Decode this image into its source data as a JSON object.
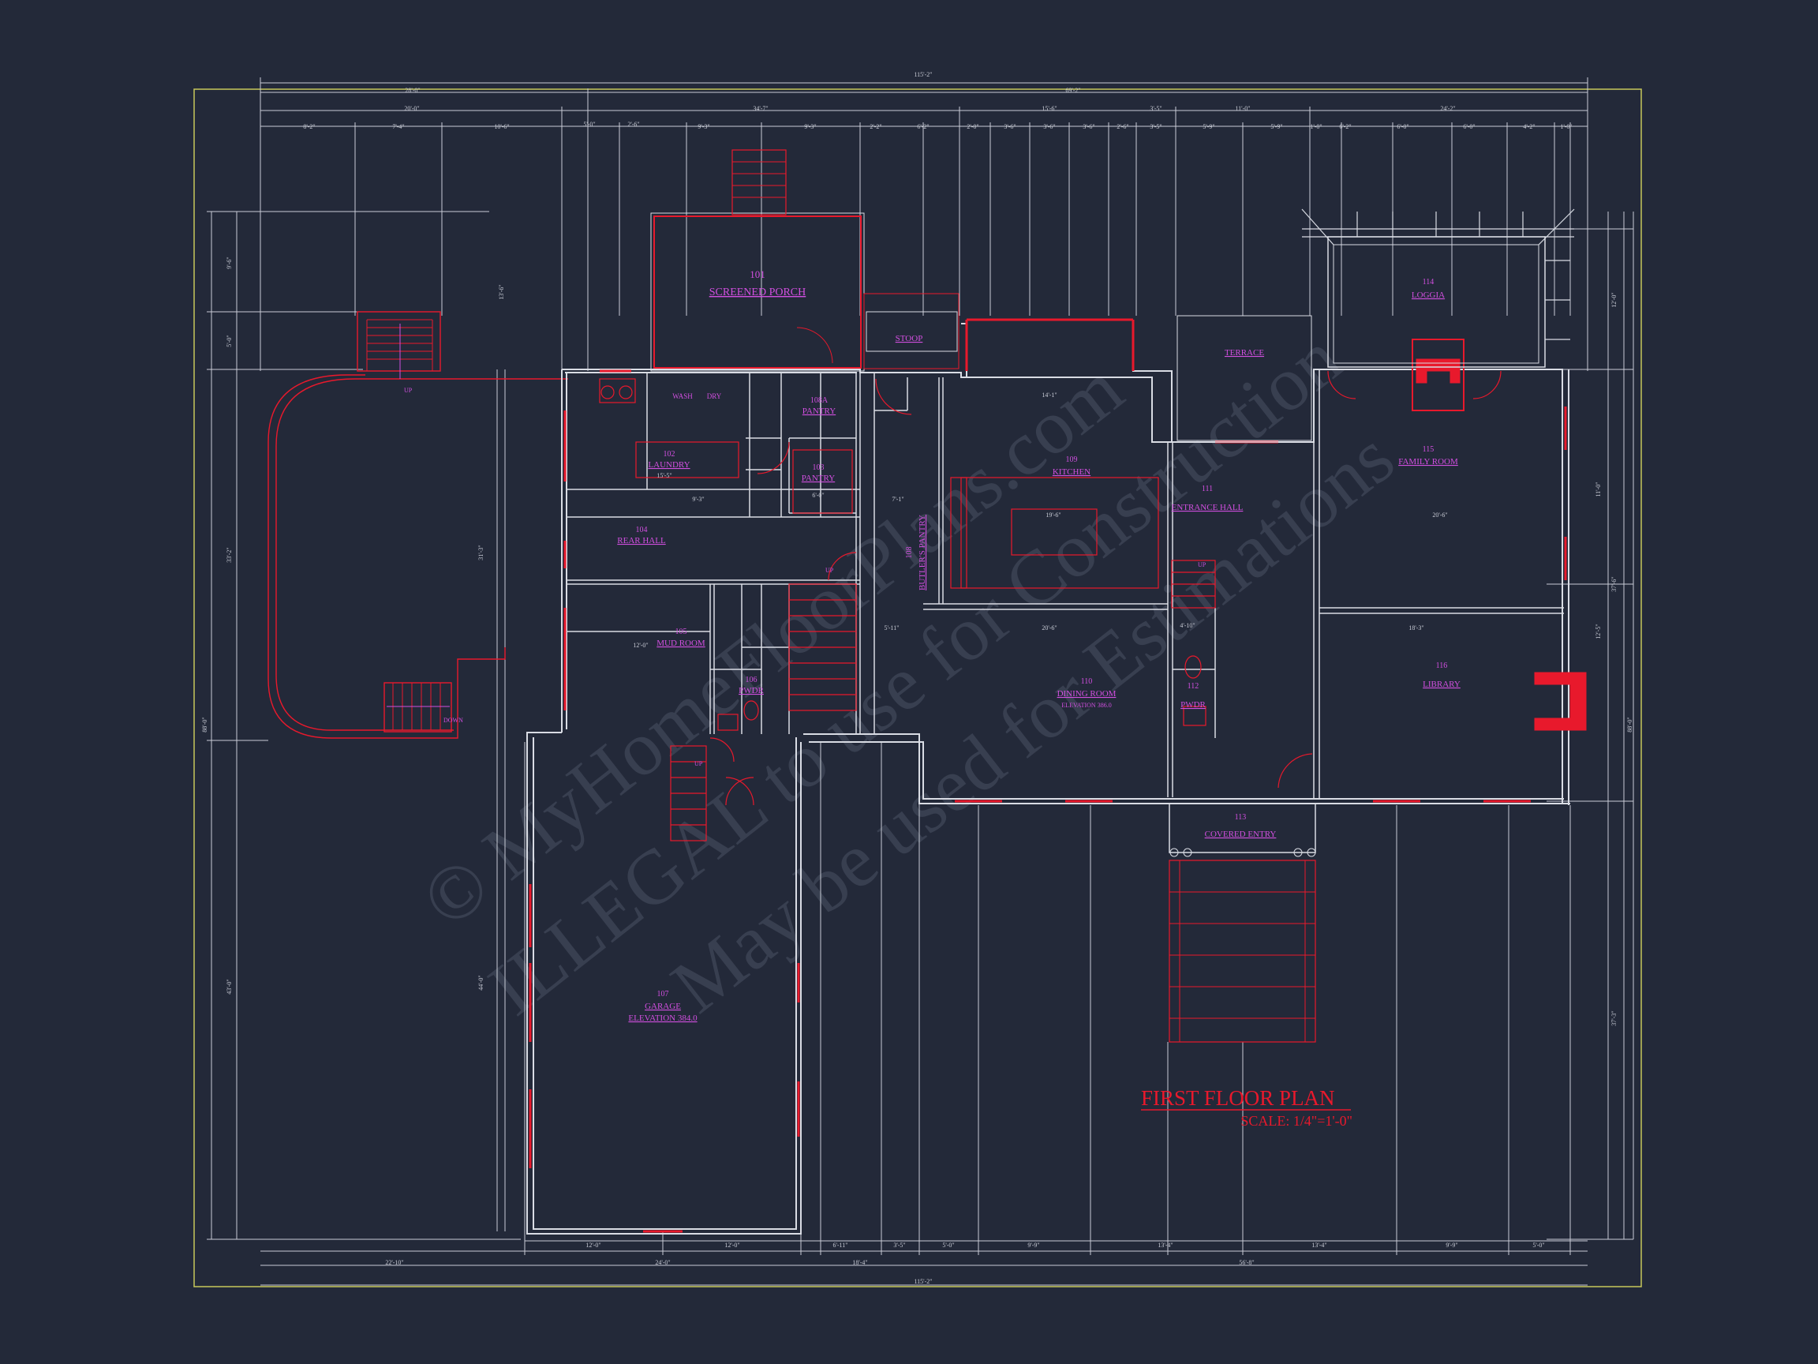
{
  "colors": {
    "background": "#232939",
    "walls": "#d9dce4",
    "dimensions": "#c9ccd6",
    "red_lines": "#e8192c",
    "room_labels": "#d24fe0",
    "border": "#c8c85a",
    "watermark": "#5a6070"
  },
  "title": {
    "main": "FIRST FLOOR PLAN",
    "scale": "SCALE: 1/4\"=1'-0\""
  },
  "watermark": {
    "line1": "© MyHomeFloorPlans.com",
    "line2": "ILLEGAL to use for Construction",
    "line3": "May be used for Estimations"
  },
  "rooms": {
    "screened_porch": {
      "num": "101",
      "name": "SCREENED PORCH"
    },
    "laundry": {
      "num": "102",
      "name": "LAUNDRY"
    },
    "pantry": {
      "num": "103",
      "name": "PANTRY"
    },
    "rear_hall": {
      "num": "104",
      "name": "REAR HALL"
    },
    "mud_room": {
      "num": "105",
      "name": "MUD ROOM"
    },
    "pwdr1": {
      "num": "106",
      "name": "PWDR"
    },
    "garage": {
      "num": "107",
      "name": "GARAGE",
      "elev": "ELEVATION 384.0"
    },
    "pantry2": {
      "num": "108A",
      "name": "PANTRY"
    },
    "kitchen": {
      "num": "109",
      "name": "KITCHEN"
    },
    "dining": {
      "num": "110",
      "name": "DINING ROOM",
      "elev": "ELEVATION 386.0"
    },
    "entrance": {
      "num": "111",
      "name": "ENTRANCE HALL"
    },
    "pwdr2": {
      "num": "112",
      "name": "PWDR"
    },
    "covered_entry": {
      "num": "113",
      "name": "COVERED ENTRY"
    },
    "loggia": {
      "num": "114",
      "name": "LOGGIA"
    },
    "family": {
      "num": "115",
      "name": "FAMILY ROOM"
    },
    "library": {
      "num": "116",
      "name": "LIBRARY"
    },
    "butlers": {
      "num": "108",
      "name": "BUTLER'S PANTRY"
    }
  },
  "labels": {
    "stoop": "STOOP",
    "terrace": "TERRACE",
    "up1": "UP",
    "up2": "UP",
    "up3": "UP",
    "up4": "UP",
    "down": "DOWN",
    "wash": "WASH",
    "dry": "DRY"
  },
  "dimensions": {
    "overall": "115'-2\"",
    "top1_left": "28'-0\"",
    "top1_right": "69'-2\"",
    "top2_a": "20'-0\"",
    "top2_b": "34'-7\"",
    "top2_c": "15'-6\"",
    "top2_d": "3'-5\"",
    "top2_e": "11'-0\"",
    "top2_f": "24'-2\"",
    "top3": [
      "8'-2\"",
      "7'-4\"",
      "10'-6\"",
      "5'-0\"",
      "2'-6\"",
      "9'-3\"",
      "9'-3\"",
      "2'-2\"",
      "6'-2\"",
      "2'-0\"",
      "3'-6\"",
      "3'-6\"",
      "3'-6\"",
      "2'-6\"",
      "3'-5\"",
      "5'-9\"",
      "5'-9\"",
      "1'-0\"",
      "6'-2\"",
      "6'-0\"",
      "6'-0\"",
      "4'-2\"",
      "1'-0\""
    ],
    "bottom1": [
      "22'-10\"",
      "24'-0\"",
      "18'-4\"",
      "56'-8\""
    ],
    "bottom2": [
      "12'-0\"",
      "12'-0\"",
      "6'-11\"",
      "3'-5\"",
      "5'-0\"",
      "9'-9\"",
      "13'-4\"",
      "13'-4\"",
      "9'-9\"",
      "5'-0\""
    ],
    "left_overall": "88'-0\"",
    "left_a": "33'-2\"",
    "left_b": "43'-0\"",
    "left_c": "9'-6\"",
    "left_d": "5'-0\"",
    "left_e": "13'-6\"",
    "left_f": "31'-3\"",
    "left_g": "44'-0\"",
    "right_overall": "88'-0\"",
    "right_a": "37'-6\"",
    "right_b": "37'-3\"",
    "right_c": "12'-0\"",
    "right_d": "11'-0\"",
    "right_e": "12'-5\"",
    "interior": [
      "14'-1\"",
      "15'-5\"",
      "6'-0\"",
      "9'-3\"",
      "7'-1\"",
      "19'-6\"",
      "20'-6\"",
      "5'-11\"",
      "18'-3\"",
      "20'-6\"",
      "12'-0\"",
      "4'-10\""
    ]
  }
}
